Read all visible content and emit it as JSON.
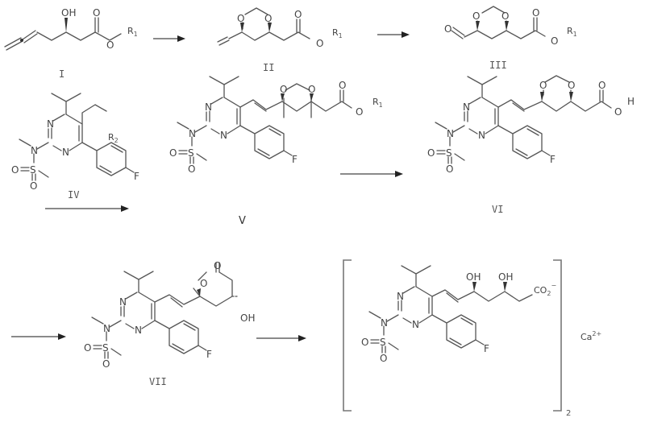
{
  "diagram": {
    "type": "reaction-scheme",
    "compounds": [
      {
        "id": "I",
        "label": "I",
        "groups": [
          "OH",
          "O",
          "O",
          "R1"
        ]
      },
      {
        "id": "II",
        "label": "II",
        "groups": [
          "O",
          "O",
          "O",
          "O",
          "R1"
        ]
      },
      {
        "id": "III",
        "label": "III",
        "groups": [
          "O",
          "O",
          "O",
          "O",
          "O",
          "R1"
        ]
      },
      {
        "id": "IV",
        "label": "IV",
        "groups": [
          "N",
          "N",
          "N",
          "S",
          "O",
          "O",
          "F",
          "R2"
        ]
      },
      {
        "id": "V",
        "label": "V",
        "groups": [
          "N",
          "N",
          "N",
          "S",
          "O",
          "O",
          "F",
          "O",
          "O",
          "O",
          "O",
          "R1"
        ]
      },
      {
        "id": "VI",
        "label": "VI",
        "groups": [
          "N",
          "N",
          "N",
          "S",
          "O",
          "O",
          "F",
          "O",
          "O",
          "O",
          "O",
          "H"
        ]
      },
      {
        "id": "VII",
        "label": "VII",
        "groups": [
          "N",
          "N",
          "N",
          "S",
          "O",
          "O",
          "F",
          "O",
          "O",
          "OH"
        ]
      },
      {
        "id": "final",
        "label": "",
        "groups": [
          "N",
          "N",
          "N",
          "S",
          "O",
          "O",
          "F",
          "OH",
          "OH",
          "CO2-"
        ],
        "counterion": "Ca2+",
        "multiplier": "2"
      }
    ],
    "arrows": [
      {
        "from": "I",
        "to": "II"
      },
      {
        "from": "II",
        "to": "III"
      },
      {
        "from": "III+IV",
        "to": "V"
      },
      {
        "from": "V",
        "to": "VI"
      },
      {
        "from": "VI",
        "to": "VII"
      },
      {
        "from": "VII",
        "to": "final"
      }
    ]
  },
  "text": {
    "OH": "OH",
    "O": "O",
    "N": "N",
    "S": "S",
    "F": "F",
    "H": "H",
    "R": "R",
    "R1_sub": "1",
    "R2_sub": "2",
    "CO": "CO",
    "CO2_sub": "2",
    "CO2_charge": "−",
    "Ca": "Ca",
    "Ca_charge": "2+",
    "bracket_multiplier": "2",
    "label_I": "I",
    "label_II": "II",
    "label_III": "III",
    "label_IV": "IV",
    "label_V": "V",
    "label_VI": "VI",
    "label_VII": "VII"
  }
}
